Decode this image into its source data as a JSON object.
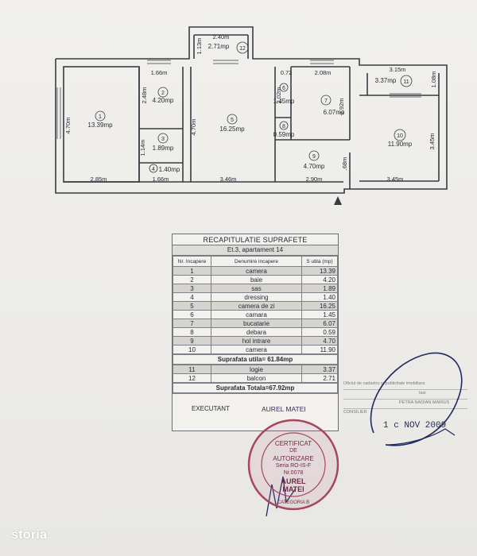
{
  "plan": {
    "rooms": [
      {
        "num": "1",
        "area": "13.39mp"
      },
      {
        "num": "2",
        "area": "4.20mp"
      },
      {
        "num": "3",
        "area": "1.89mp"
      },
      {
        "num": "4",
        "area": "1.40mp"
      },
      {
        "num": "5",
        "area": "16.25mp"
      },
      {
        "num": "6",
        "area": "1.45mp"
      },
      {
        "num": "7",
        "area": "6.07mp"
      },
      {
        "num": "8",
        "area": "0.59mp"
      },
      {
        "num": "9",
        "area": "4.70mp"
      },
      {
        "num": "10",
        "area": "11.90mp"
      },
      {
        "num": "11",
        "area": "3.37mp"
      },
      {
        "num": "12",
        "area": "2.71mp"
      }
    ],
    "dims": [
      "2.40m",
      "1.13m",
      "1.66m",
      "0.72",
      "2.08m",
      "3.15m",
      "1.08m",
      "4.70m",
      "2.48m",
      "4.70m",
      "2.02m",
      "2.92m",
      "3.45m",
      "1.14m",
      "2.85m",
      "1.66m",
      "3.46m",
      "2.90m",
      "3.45m",
      ".68m"
    ]
  },
  "summary": {
    "title": "RECAPITULATIE SUPRAFETE",
    "subtitle": "Et.3, apartament 14",
    "headers": [
      "Nr. Incapere",
      "Denumire incapere",
      "S utila (mp)"
    ],
    "rows": [
      {
        "nr": "1",
        "name": "camera",
        "area": "13.39"
      },
      {
        "nr": "2",
        "name": "baie",
        "area": "4.20"
      },
      {
        "nr": "3",
        "name": "sas",
        "area": "1.89"
      },
      {
        "nr": "4",
        "name": "dressing",
        "area": "1.40"
      },
      {
        "nr": "5",
        "name": "camera de zi",
        "area": "16.25"
      },
      {
        "nr": "6",
        "name": "camara",
        "area": "1.45"
      },
      {
        "nr": "7",
        "name": "bucatarie",
        "area": "6.07"
      },
      {
        "nr": "8",
        "name": "debara",
        "area": "0.59"
      },
      {
        "nr": "9",
        "name": "hol intrare",
        "area": "4.70"
      },
      {
        "nr": "10",
        "name": "camera",
        "area": "11.90"
      }
    ],
    "useful_total": "Suprafata utila= 61.84mp",
    "extra_rows": [
      {
        "nr": "11",
        "name": "logie",
        "area": "3.37"
      },
      {
        "nr": "12",
        "name": "balcon",
        "area": "2.71"
      }
    ],
    "grand_total": "Suprafata Totala=67.92mp",
    "executant_label": "EXECUTANT",
    "executant_name": "AUREL MATEI"
  },
  "stamp": {
    "line1": "CERTIFICAT",
    "line2": "DE",
    "line3": "AUTORIZARE",
    "line4": "Seria RO-IS-F",
    "line5": "Nr.0078",
    "name1": "AUREL",
    "name2": "MATEI",
    "category": "CATEGORIA B"
  },
  "side_box": {
    "line1": "Oficiul de cadastru si publicitate imobiliara",
    "line2": "Iasi",
    "line3": "PETRA NADIAN MARIUS",
    "line4": "CONSILIER",
    "date": "1 c NOV 2009"
  },
  "watermark": "storia",
  "colors": {
    "ink": "#2a2a32",
    "stamp": "#a8455f",
    "signature": "#1e2a5e"
  }
}
